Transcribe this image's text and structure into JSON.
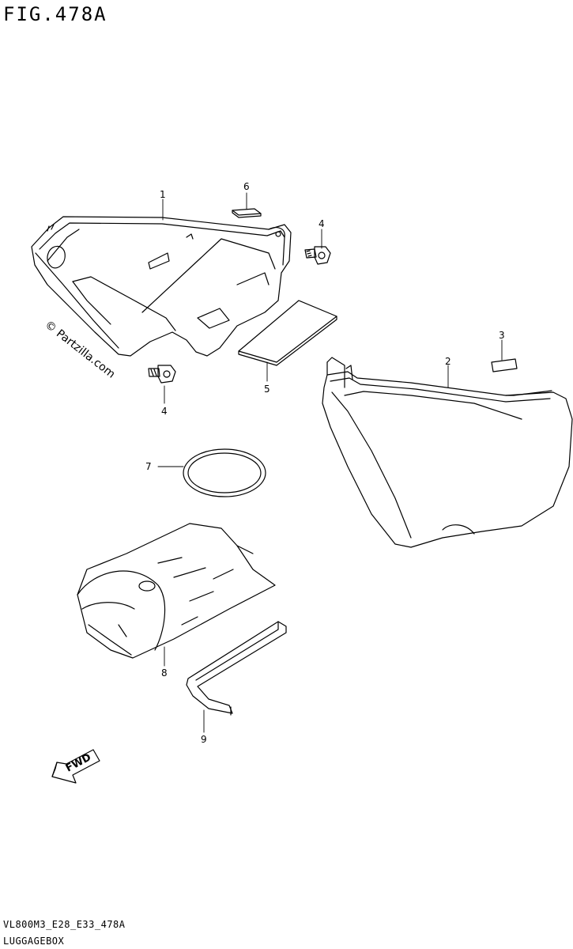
{
  "figure": {
    "title": "FIG.478A",
    "code": "VL800M3_E28_E33_478A",
    "name": "LUGGAGEBOX"
  },
  "watermark": "© Partzilla.com",
  "direction_label": "FWD",
  "parts": [
    {
      "ref": "1"
    },
    {
      "ref": "2"
    },
    {
      "ref": "3"
    },
    {
      "ref": "4"
    },
    {
      "ref": "4"
    },
    {
      "ref": "5"
    },
    {
      "ref": "6"
    },
    {
      "ref": "7"
    },
    {
      "ref": "8"
    },
    {
      "ref": "9"
    }
  ]
}
